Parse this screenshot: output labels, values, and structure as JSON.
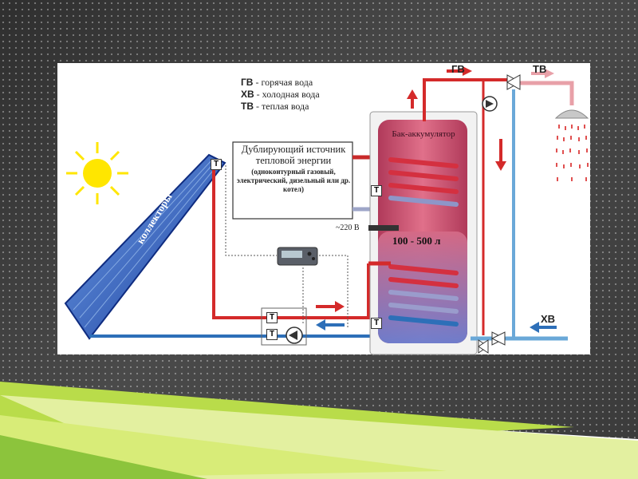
{
  "legend": [
    {
      "abbr": "ГВ",
      "text": " - горячая вода"
    },
    {
      "abbr": "ХВ",
      "text": " - холодная вода"
    },
    {
      "abbr": "ТВ",
      "text": " - теплая вода"
    }
  ],
  "labels": {
    "hot_water": "ГВ",
    "warm_water": "ТВ",
    "cold_water": "ХВ",
    "collectors": "коллекторы",
    "tank": "Бак-аккумулятор",
    "volume": "100 - 500 л",
    "voltage": "~220 В",
    "sensor": "Т"
  },
  "backup_source": {
    "title": "Дублирующий источник тепловой энергии",
    "details": "(одноконтурный газовый, электрический, дизельный или др. котел)"
  },
  "colors": {
    "hot": "#d42a2a",
    "cold": "#2d6fb8",
    "warm": "#e8a0a8",
    "tank": "#c8506a",
    "accent_green": "#8ac43a"
  }
}
